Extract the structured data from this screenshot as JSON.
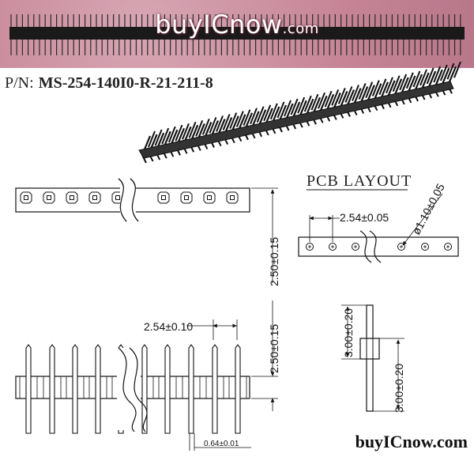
{
  "banner": {
    "brand": "buyICnow",
    "brand_suffix": ".com"
  },
  "part": {
    "label": "P/N:",
    "number": "MS-254-140I0-R-21-211-8"
  },
  "pcb": {
    "title": "PCB  LAYOUT",
    "pitch": "2.54±0.05",
    "hole": "ø1.10±0.05"
  },
  "dims": {
    "top_height": "2.50±0.15",
    "body_height": "2.50±0.15",
    "pitch": "2.54±0.10",
    "pin_width": "0.64±0.01",
    "side_top": "3.00±0.20",
    "side_bottom": "3.00±0.20"
  },
  "footer": {
    "brand": "buyICnow.com"
  }
}
